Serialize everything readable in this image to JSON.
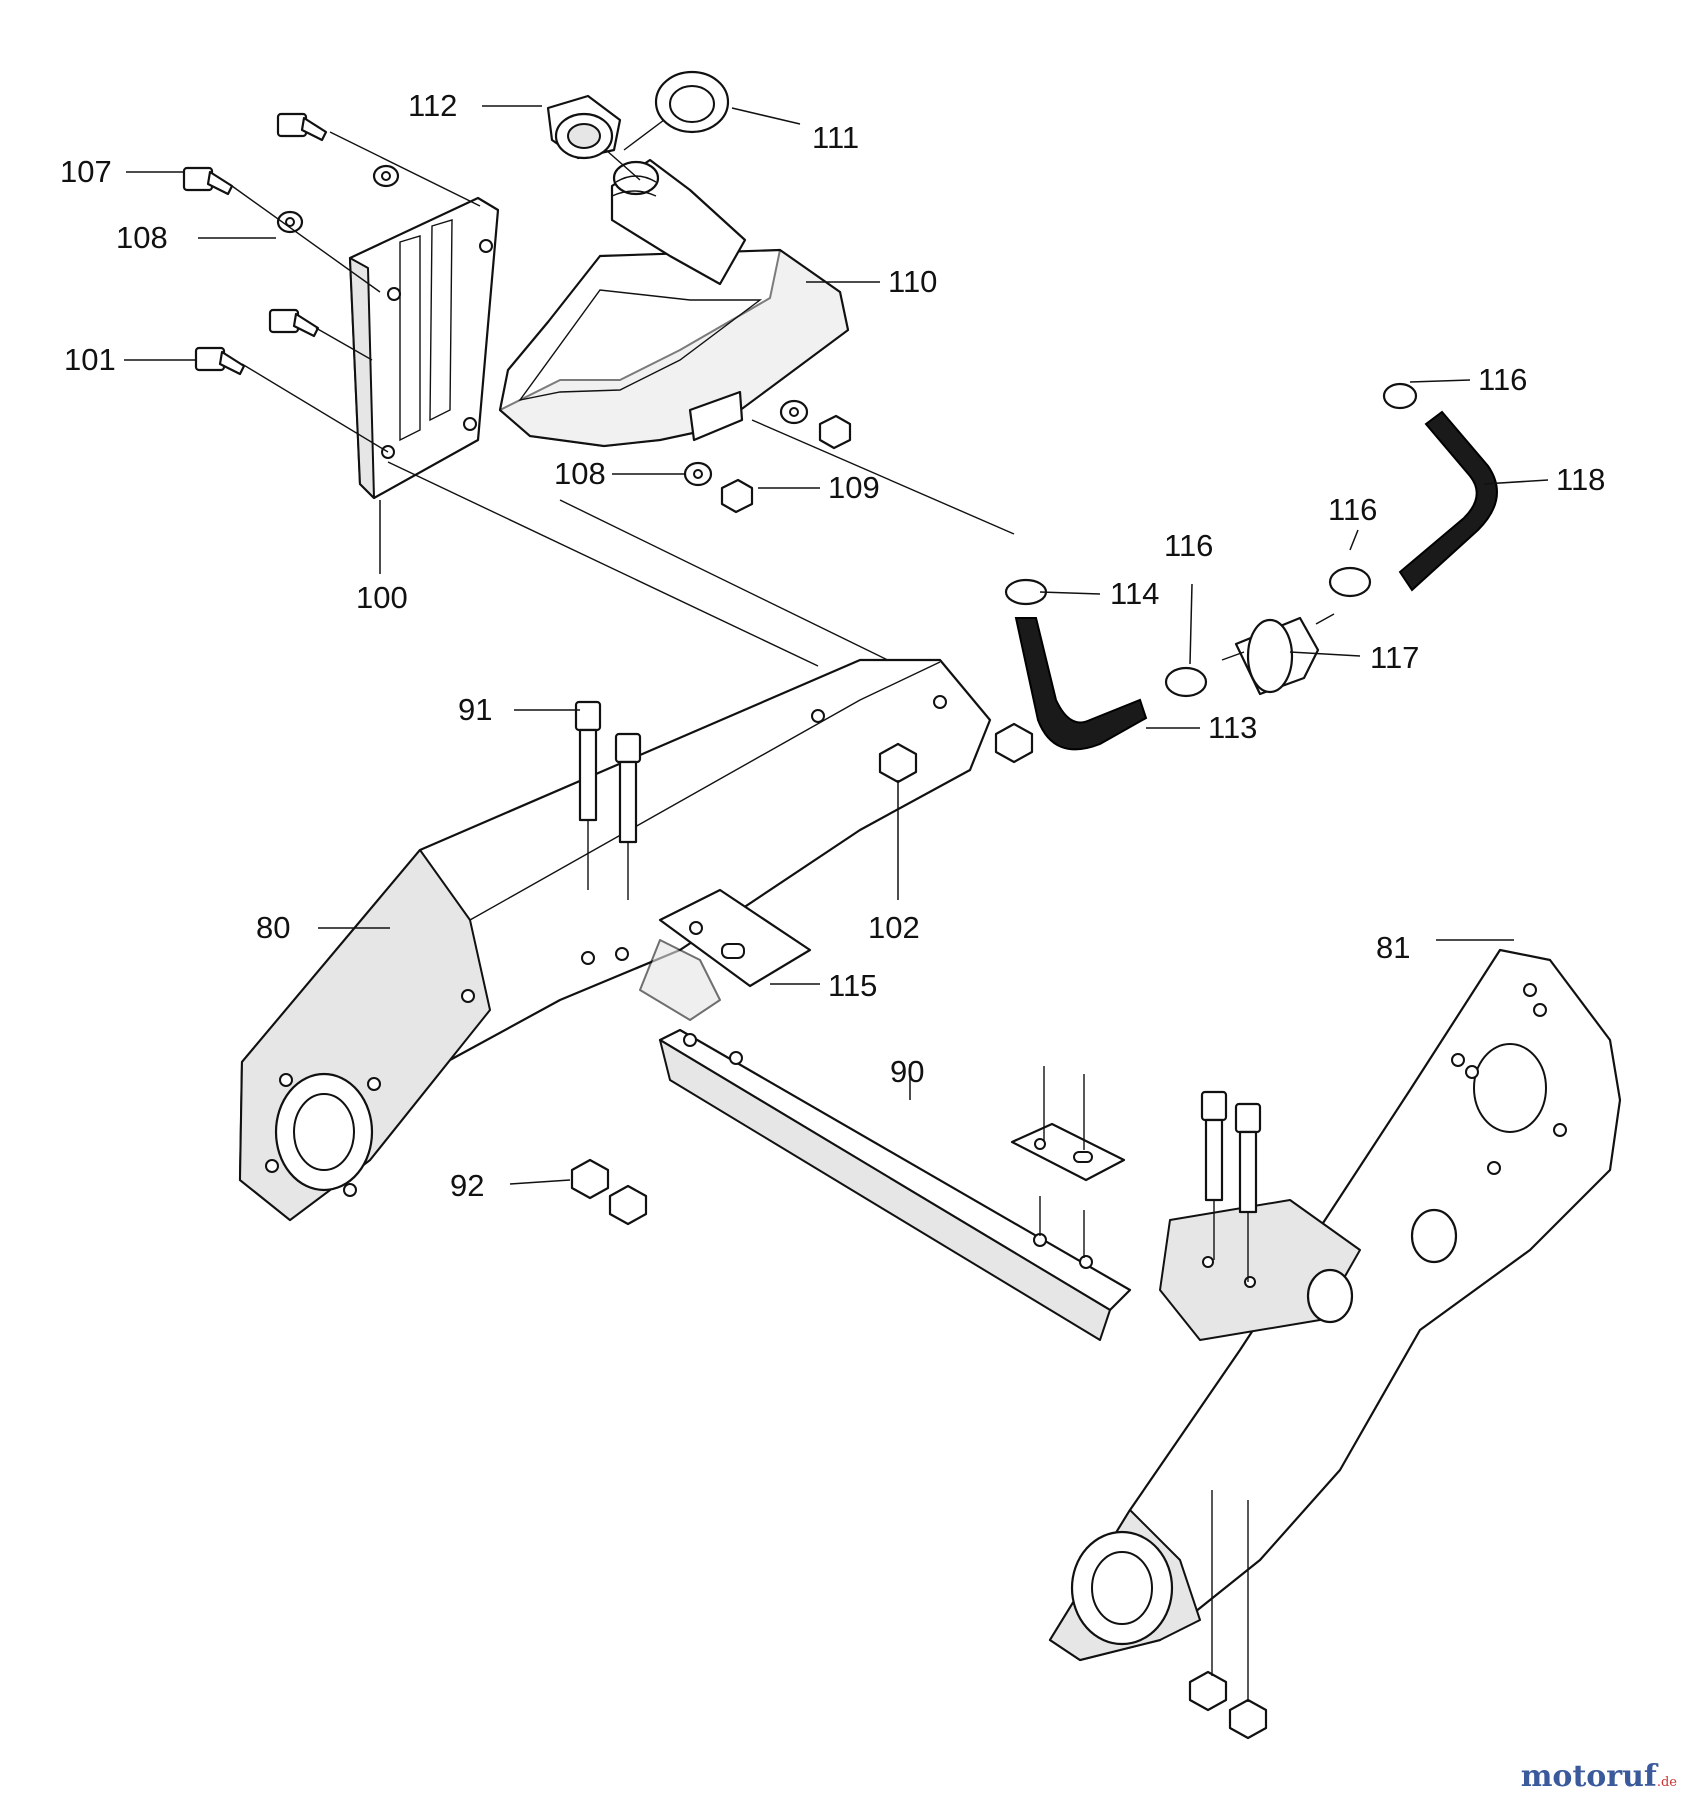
{
  "diagram": {
    "labels": {
      "l112": "112",
      "l111": "111",
      "l107": "107",
      "l108a": "108",
      "l110": "110",
      "l101": "101",
      "l116a": "116",
      "l118": "118",
      "l108b": "108",
      "l109": "109",
      "l116b": "116",
      "l116c": "116",
      "l100": "100",
      "l114": "114",
      "l117": "117",
      "l91": "91",
      "l113": "113",
      "l102": "102",
      "l80": "80",
      "l81": "81",
      "l115": "115",
      "l90": "90",
      "l92": "92"
    }
  },
  "watermark": {
    "brand": "motoruf",
    "tld": ".de"
  }
}
